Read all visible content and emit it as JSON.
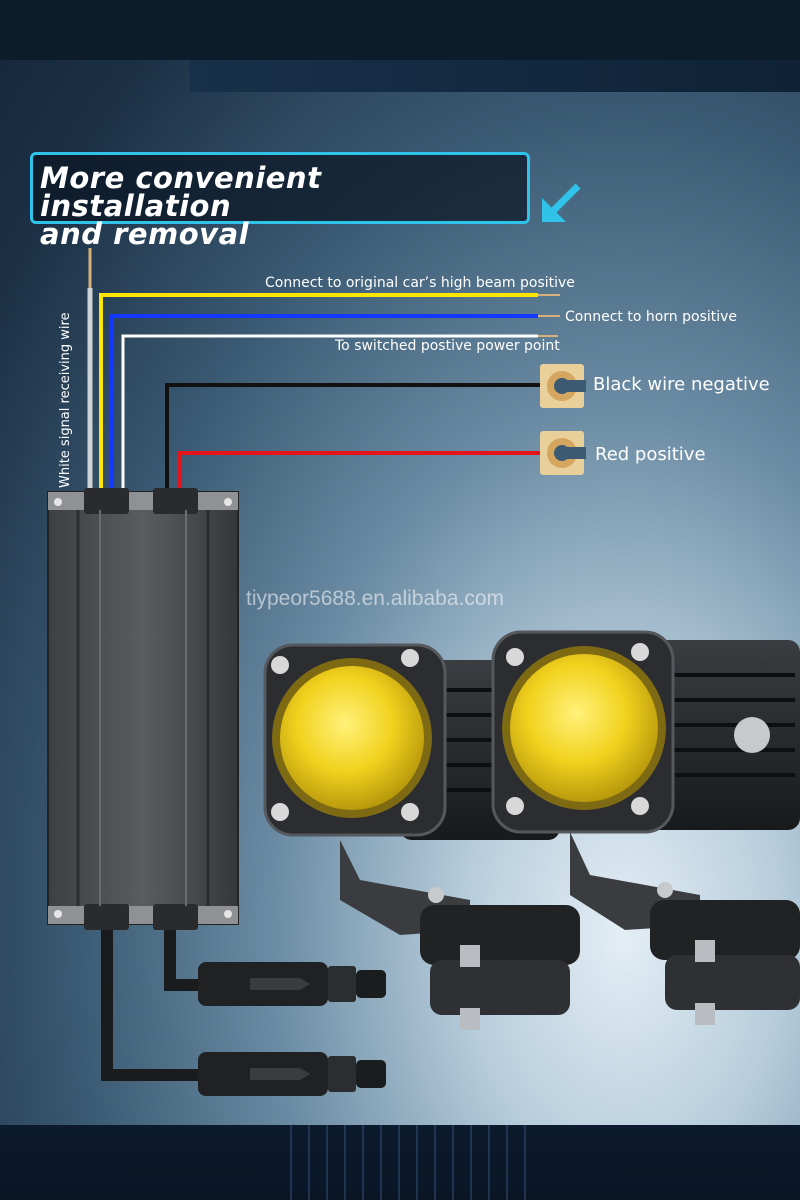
{
  "header": {
    "title_line1": "More convenient installation",
    "title_line2": "and removal"
  },
  "wiring": {
    "high_beam_label": "Connect to original car’s high beam positive",
    "horn_label": "Connect to horn positive",
    "switched_power_label": "To switched postive power point",
    "black_wire_label": "Black wire negative",
    "red_wire_label": "Red positive",
    "white_wire_label": "White signal receiving wire"
  },
  "watermark": "tiypeor5688.en.alibaba.com",
  "colors": {
    "accent": "#2fc3ea",
    "wire_yellow": "#ffe600",
    "wire_blue": "#1438ff",
    "wire_white": "#ffffff",
    "wire_black": "#111111",
    "wire_red": "#e3141c",
    "lens": "#f2d21e"
  },
  "icons": [
    "arrow-down-left-icon",
    "ring-terminal-icon"
  ]
}
